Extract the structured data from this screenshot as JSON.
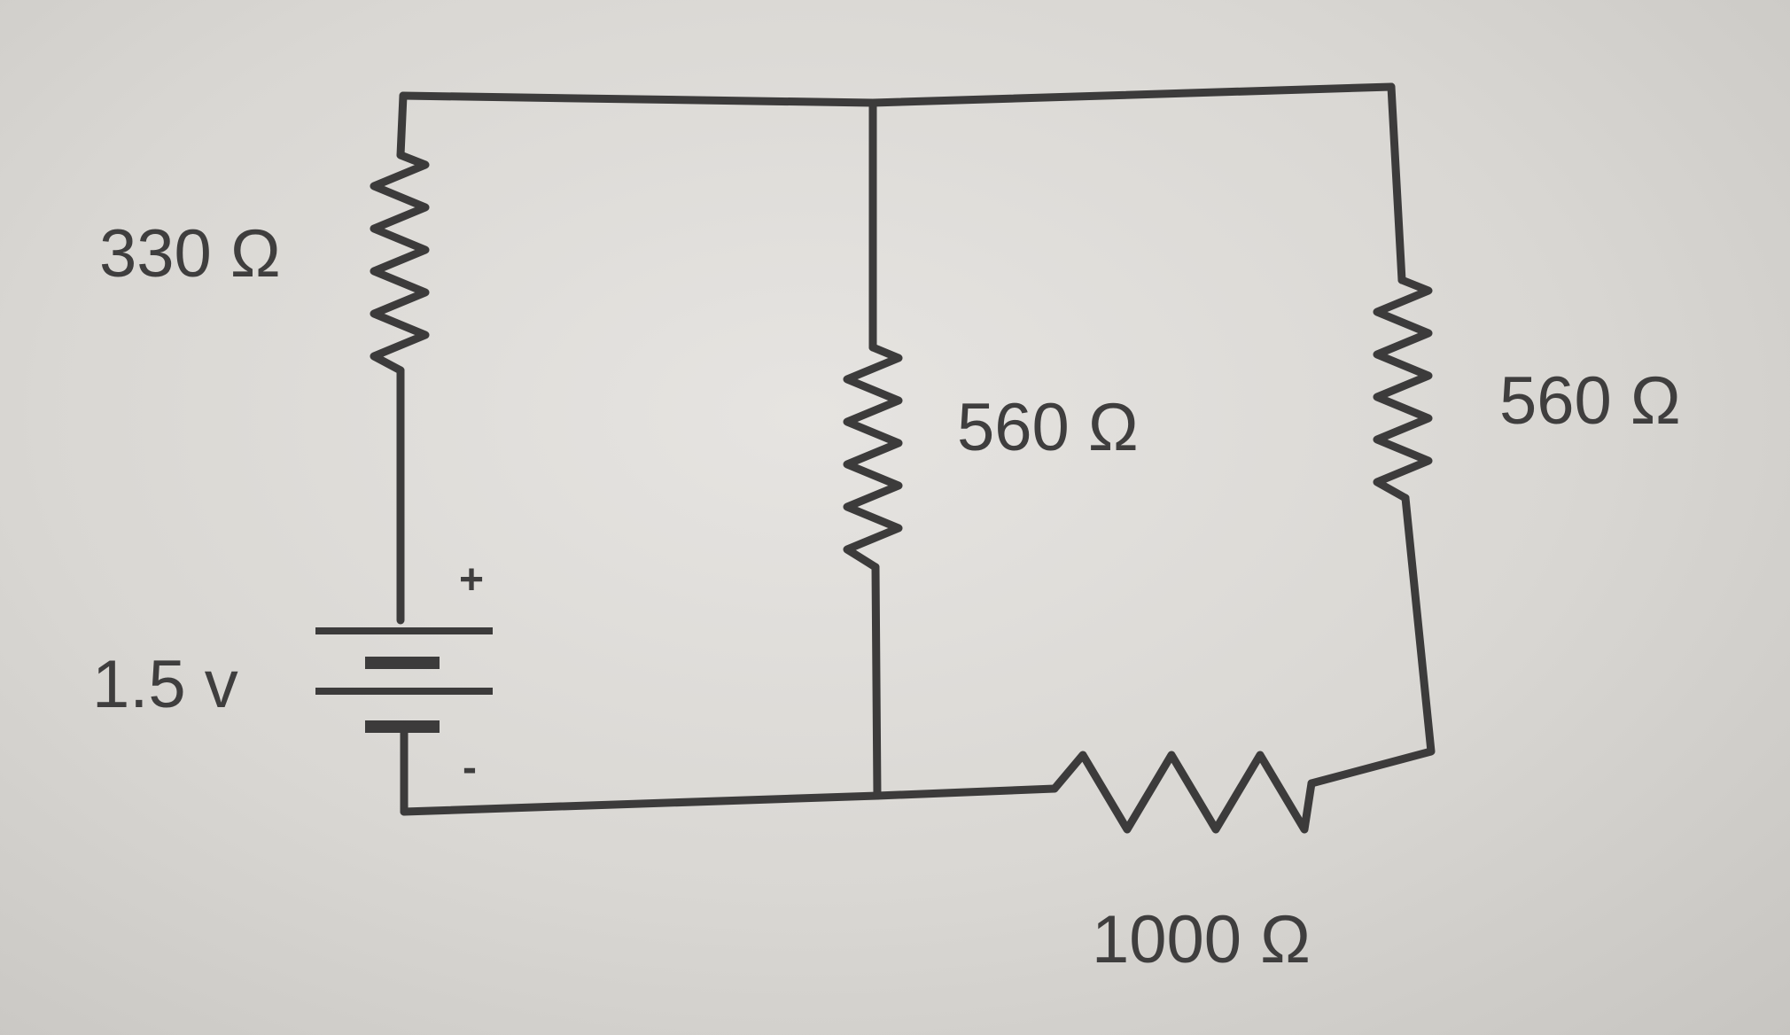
{
  "diagram": {
    "resistors": {
      "r_left": "330 Ω",
      "r_middle": "560 Ω",
      "r_right": "560 Ω",
      "r_bottom": "1000 Ω"
    },
    "battery": {
      "voltage": "1.5 v",
      "positive": "+",
      "negative": "-"
    }
  },
  "colors": {
    "paper": "#dcdad6",
    "ink": "#3c3b3b"
  }
}
